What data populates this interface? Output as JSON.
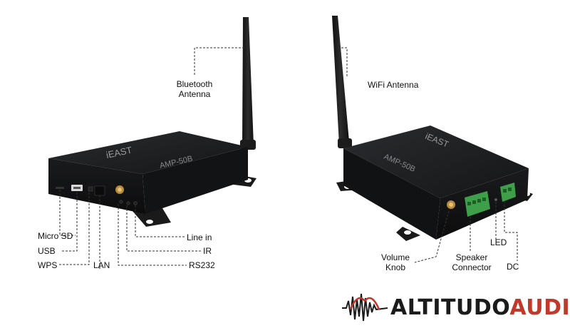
{
  "left_device": {
    "brand": "iEAST",
    "model": "AMP-50B",
    "labels": {
      "bluetooth_line1": "Bluetooth",
      "bluetooth_line2": "Antenna",
      "micro_sd": "Micro SD",
      "usb": "USB",
      "wps": "WPS",
      "lan": "LAN",
      "line_in": "Line in",
      "ir": "IR",
      "rs232": "RS232"
    }
  },
  "right_device": {
    "brand": "iEAST",
    "model": "AMP-50B",
    "labels": {
      "wifi": "WiFi Antenna",
      "volume_line1": "Volume",
      "volume_line2": "Knob",
      "speaker_line1": "Speaker",
      "speaker_line2": "Connector",
      "led": "LED",
      "dc": "DC"
    }
  },
  "logo": {
    "part1": "ALTITUDO",
    "part2": "AUDIO",
    "colors": {
      "dark": "#1b1b1b",
      "accent": "#c0392b"
    }
  }
}
